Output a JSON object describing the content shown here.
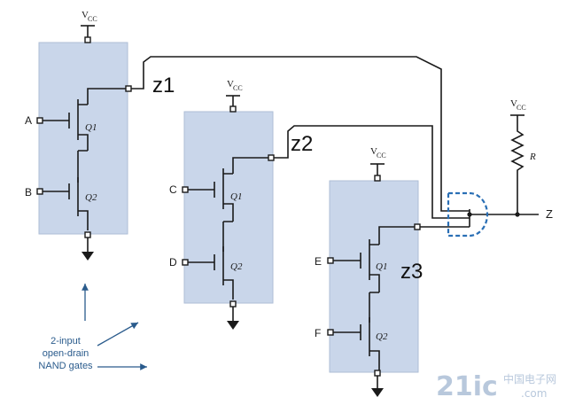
{
  "supply_label": "V",
  "supply_sub": "CC",
  "gates": [
    {
      "output_label": "z1",
      "input_top": "A",
      "input_bottom": "B",
      "q_top": "Q1",
      "q_bottom": "Q2"
    },
    {
      "output_label": "z2",
      "input_top": "C",
      "input_bottom": "D",
      "q_top": "Q1",
      "q_bottom": "Q2"
    },
    {
      "output_label": "z3",
      "input_top": "E",
      "input_bottom": "F",
      "q_top": "Q1",
      "q_bottom": "Q2"
    }
  ],
  "resistor_label": "R",
  "output_label": "Z",
  "annotation_lines": [
    "2-input",
    "open-drain",
    "NAND gates"
  ],
  "watermark": {
    "logo": "21ic",
    "site": "中国电子网",
    "url": ".com"
  },
  "colors": {
    "gate_fill": "#c9d6ea",
    "wire": "#1a1a1a",
    "annotation": "#2a5b8c",
    "wired_and": "#2a6fb5"
  }
}
